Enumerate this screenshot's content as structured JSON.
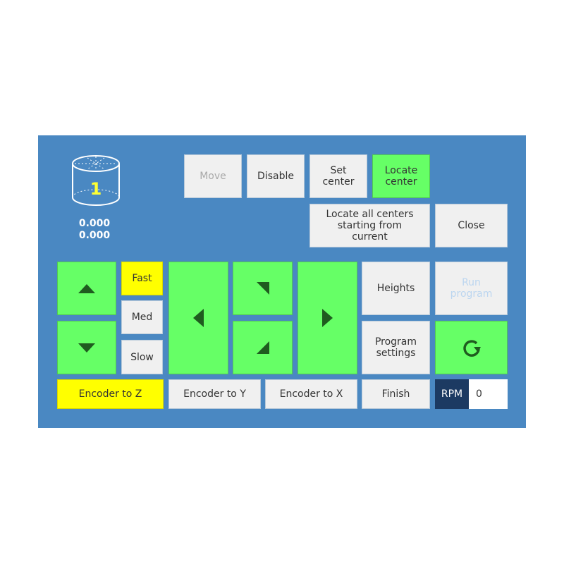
{
  "tool": {
    "number": "1",
    "coord_1": "0.000",
    "coord_2": "0.000",
    "icon": "cylinder-tool-icon"
  },
  "top_buttons": {
    "move": "Move",
    "disable": "Disable",
    "set_center": "Set center",
    "locate_center": "Locate center",
    "locate_all_centers": "Locate all centers starting from current",
    "close": "Close"
  },
  "speed": {
    "fast": "Fast",
    "med": "Med",
    "slow": "Slow",
    "selected": "Fast"
  },
  "jog_icons": {
    "up": "arrow-up-icon",
    "down": "arrow-down-icon",
    "left": "arrow-left-icon",
    "right": "arrow-right-icon",
    "up_diag": "arrow-diagonal-up-icon",
    "down_diag": "arrow-diagonal-down-icon"
  },
  "side_buttons": {
    "heights": "Heights",
    "run_program": "Run program",
    "program_settings": "Program settings",
    "refresh_icon": "rotate-refresh-icon"
  },
  "bottom_buttons": {
    "encoder_z": "Encoder to Z",
    "encoder_y": "Encoder to Y",
    "encoder_x": "Encoder to X",
    "finish": "Finish"
  },
  "rpm": {
    "label": "RPM",
    "value": "0"
  },
  "colors": {
    "panel_bg": "#4a88c2",
    "active_green": "#66ff66",
    "highlight_yellow": "#ffff00",
    "button_gray": "#f0f0f0",
    "rpm_label_bg": "#1c3a62",
    "tool_number": "#ffff33"
  }
}
